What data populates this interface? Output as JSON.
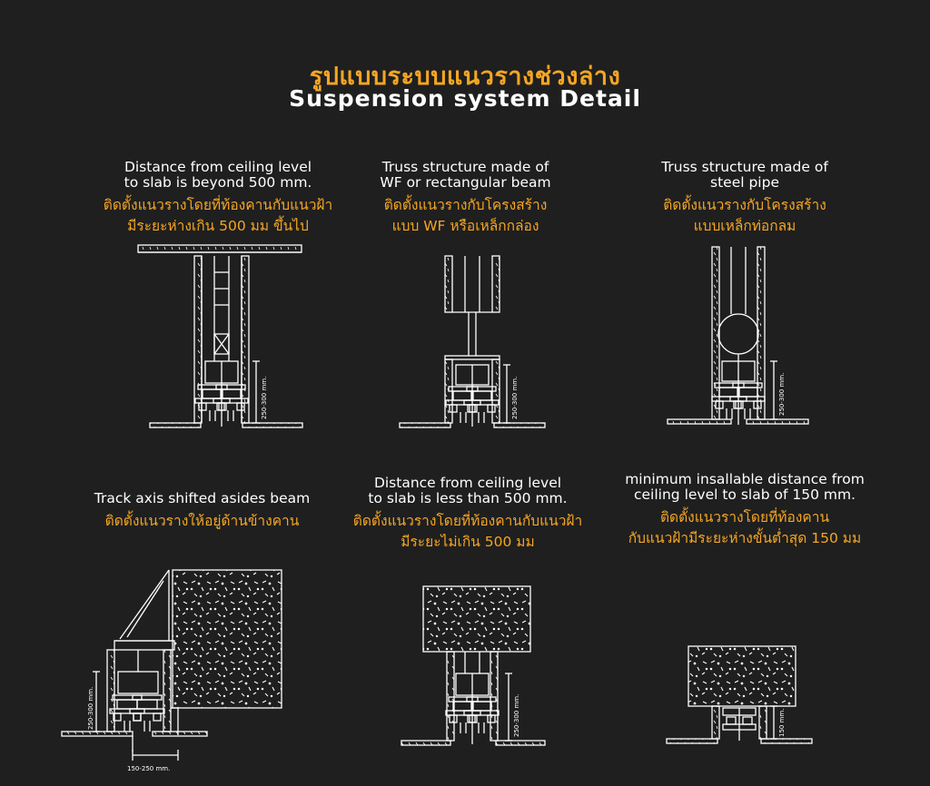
{
  "header": {
    "title_th": "รูปแบบระบบแนวรางช่วงล่าง",
    "title_en": "Suspension system Detail"
  },
  "details": [
    {
      "caption_en": "Distance from ceiling level\nto slab is beyond 500 mm.",
      "caption_th": "ติดตั้งแนวรางโดยที่ท้องคานกับแนวฝ้า\nมีระยะห่างเกิน 500 มม ขึ้นไป",
      "dimension": "250-300 mm."
    },
    {
      "caption_en": "Truss structure made of\nWF or rectangular beam",
      "caption_th": "ติดตั้งแนวรางกับโครงสร้าง\nแบบ WF หรือเหล็กกล่อง",
      "dimension": "250-300 mm."
    },
    {
      "caption_en": "Truss structure made of\nsteel pipe",
      "caption_th": "ติดตั้งแนวรางกับโครงสร้าง\nแบบเหล็กท่อกลม",
      "dimension": "250-300 mm."
    },
    {
      "caption_en": "Track axis shifted asides beam",
      "caption_th": "ติดตั้งแนวรางให้อยู่ด้านข้างคาน",
      "dimension": "250-300 mm.",
      "dimension_h": "150-250 mm."
    },
    {
      "caption_en": "Distance from ceiling level\nto slab is less than 500 mm.",
      "caption_th": "ติดตั้งแนวรางโดยที่ท้องคานกับแนวฝ้า\nมีระยะไม่เกิน 500 มม",
      "dimension": "250-300 mm."
    },
    {
      "caption_en": "minimum insallable distance from\nceiling level to slab of 150 mm.",
      "caption_th": "ติดตั้งแนวรางโดยที่ท้องคาน\nกับแนวฝ้ามีระยะห่างขั้นต่ำสุด 150 มม",
      "dimension": "150 mm."
    }
  ],
  "colors": {
    "background": "#1f1f1f",
    "accent": "#f5a623",
    "line": "#ffffff"
  }
}
